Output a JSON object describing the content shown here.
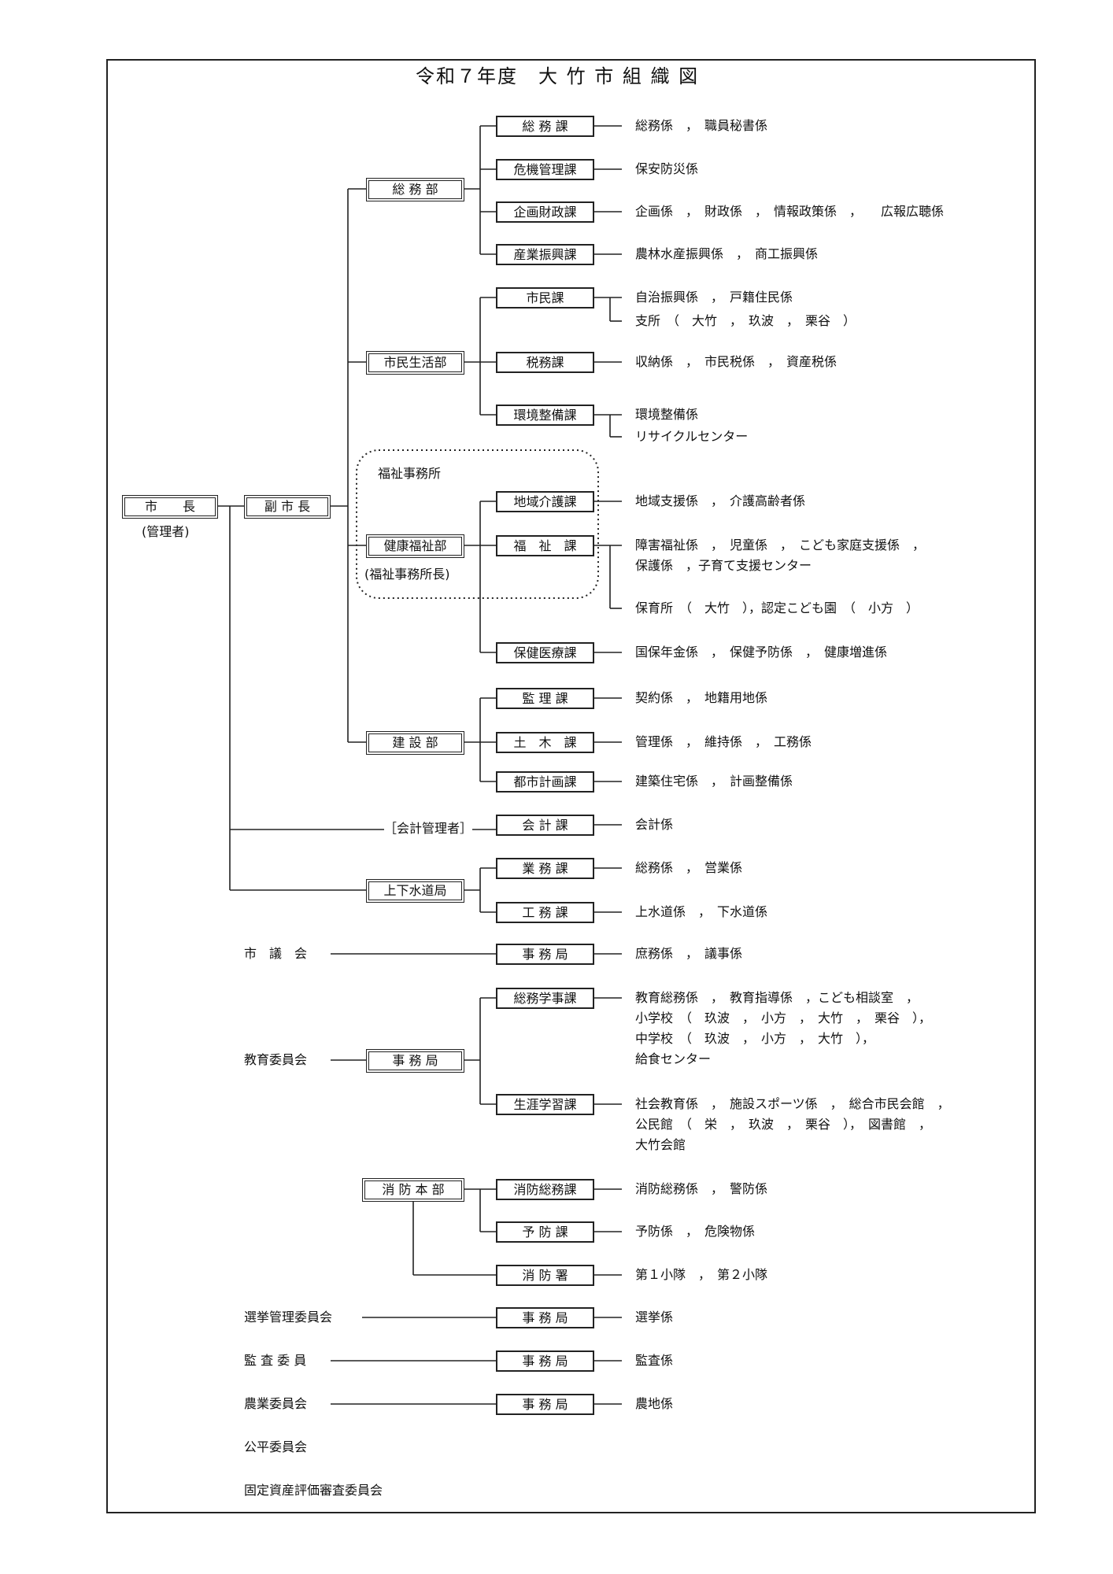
{
  "title": "令和７年度　大 竹 市 組 織 図",
  "mayor": {
    "label": "市　　長",
    "note": "(管理者)"
  },
  "deputy_mayor": "副 市 長",
  "departments": {
    "somu": "総 務 部",
    "shimin": "市民生活部",
    "kenko": "健康福祉部",
    "kenko_note": "(福祉事務所長)",
    "kensetsu": "建 設 部",
    "suido": "上下水道局"
  },
  "welfare_office": "福祉事務所",
  "accounting_manager": "［会計管理者］",
  "sections": {
    "somuka": "総 務 課",
    "kiki": "危機管理課",
    "kikaku": "企画財政課",
    "sangyo": "産業振興課",
    "shiminka": "市民課",
    "zeimu": "税務課",
    "kankyo": "環境整備課",
    "chiiki": "地域介護課",
    "fukushi": "福　祉　課",
    "hoken": "保健医療課",
    "kanri": "監 理 課",
    "doboku": "土　木　課",
    "toshi": "都市計画課",
    "kaikei": "会 計 課",
    "gyomu": "業 務 課",
    "komu": "工 務 課",
    "gikai_jimu": "事 務 局",
    "kyoiku_somu": "総務学事課",
    "shogai": "生涯学習課",
    "shobo_somu": "消防総務課",
    "yobo": "予 防 課",
    "shoboshu": "消 防 署",
    "senkyo_jimu": "事 務 局",
    "kansa_jimu": "事 務 局",
    "nogyo_jimu": "事 務 局"
  },
  "units": {
    "somuka": "総務係　，　職員秘書係",
    "kiki": "保安防災係",
    "kikaku": "企画係　，　財政係　，　情報政策係　，　　広報広聴係",
    "sangyo": "農林水産振興係　，　商工振興係",
    "shiminka_1": "自治振興係　，　戸籍住民係",
    "shiminka_2": "支所　（　大竹　，　玖波　，　栗谷　）",
    "zeimu": "収納係　，　市民税係　，　資産税係",
    "kankyo_1": "環境整備係",
    "kankyo_2": "リサイクルセンター",
    "chiiki": "地域支援係　，　介護高齢者係",
    "fukushi_1": "障害福祉係　，　児童係　，　こども家庭支援係　，",
    "fukushi_2": "保護係　，子育て支援センター",
    "fukushi_3": "保育所　（　大竹　），認定こども園　（　小方　）",
    "hoken": "国保年金係　，　保健予防係　，　健康増進係",
    "kanri": "契約係　，　地籍用地係",
    "doboku": "管理係　，　維持係　，　工務係",
    "toshi": "建築住宅係　，　計画整備係",
    "kaikei": "会計係",
    "gyomu": "総務係　，　営業係",
    "komu": "上水道係　，　下水道係",
    "gikai_jimu": "庶務係　，　議事係",
    "kyoiku_somu_1": "教育総務係　，　教育指導係　，こども相談室　，",
    "kyoiku_somu_2": "小学校　（　玖波　，　小方　，　大竹　，　栗谷　），",
    "kyoiku_somu_3": "中学校　（　玖波　，　小方　，　大竹　），",
    "kyoiku_somu_4": "給食センター",
    "shogai_1": "社会教育係　，　施設スポーツ係　，　総合市民会館　，",
    "shogai_2": "公民館　（　栄　，　玖波　，　栗谷　），　図書館　，",
    "shogai_3": "大竹会館",
    "shobo_somu": "消防総務係　，　警防係",
    "yobo": "予防係　，　危険物係",
    "shoboshu": "第１小隊　，　第２小隊",
    "senkyo_jimu": "選挙係",
    "kansa_jimu": "監査係",
    "nogyo_jimu": "農地係"
  },
  "committees": {
    "gikai": "市　議　会",
    "kyoiku": "教育委員会",
    "kyoiku_jimu": "事 務 局",
    "shobo": "消 防 本 部",
    "senkyo": "選挙管理委員会",
    "kansa": "監 査 委 員",
    "nogyo": "農業委員会",
    "kohei": "公平委員会",
    "kotei": "固定資産評価審査委員会"
  }
}
